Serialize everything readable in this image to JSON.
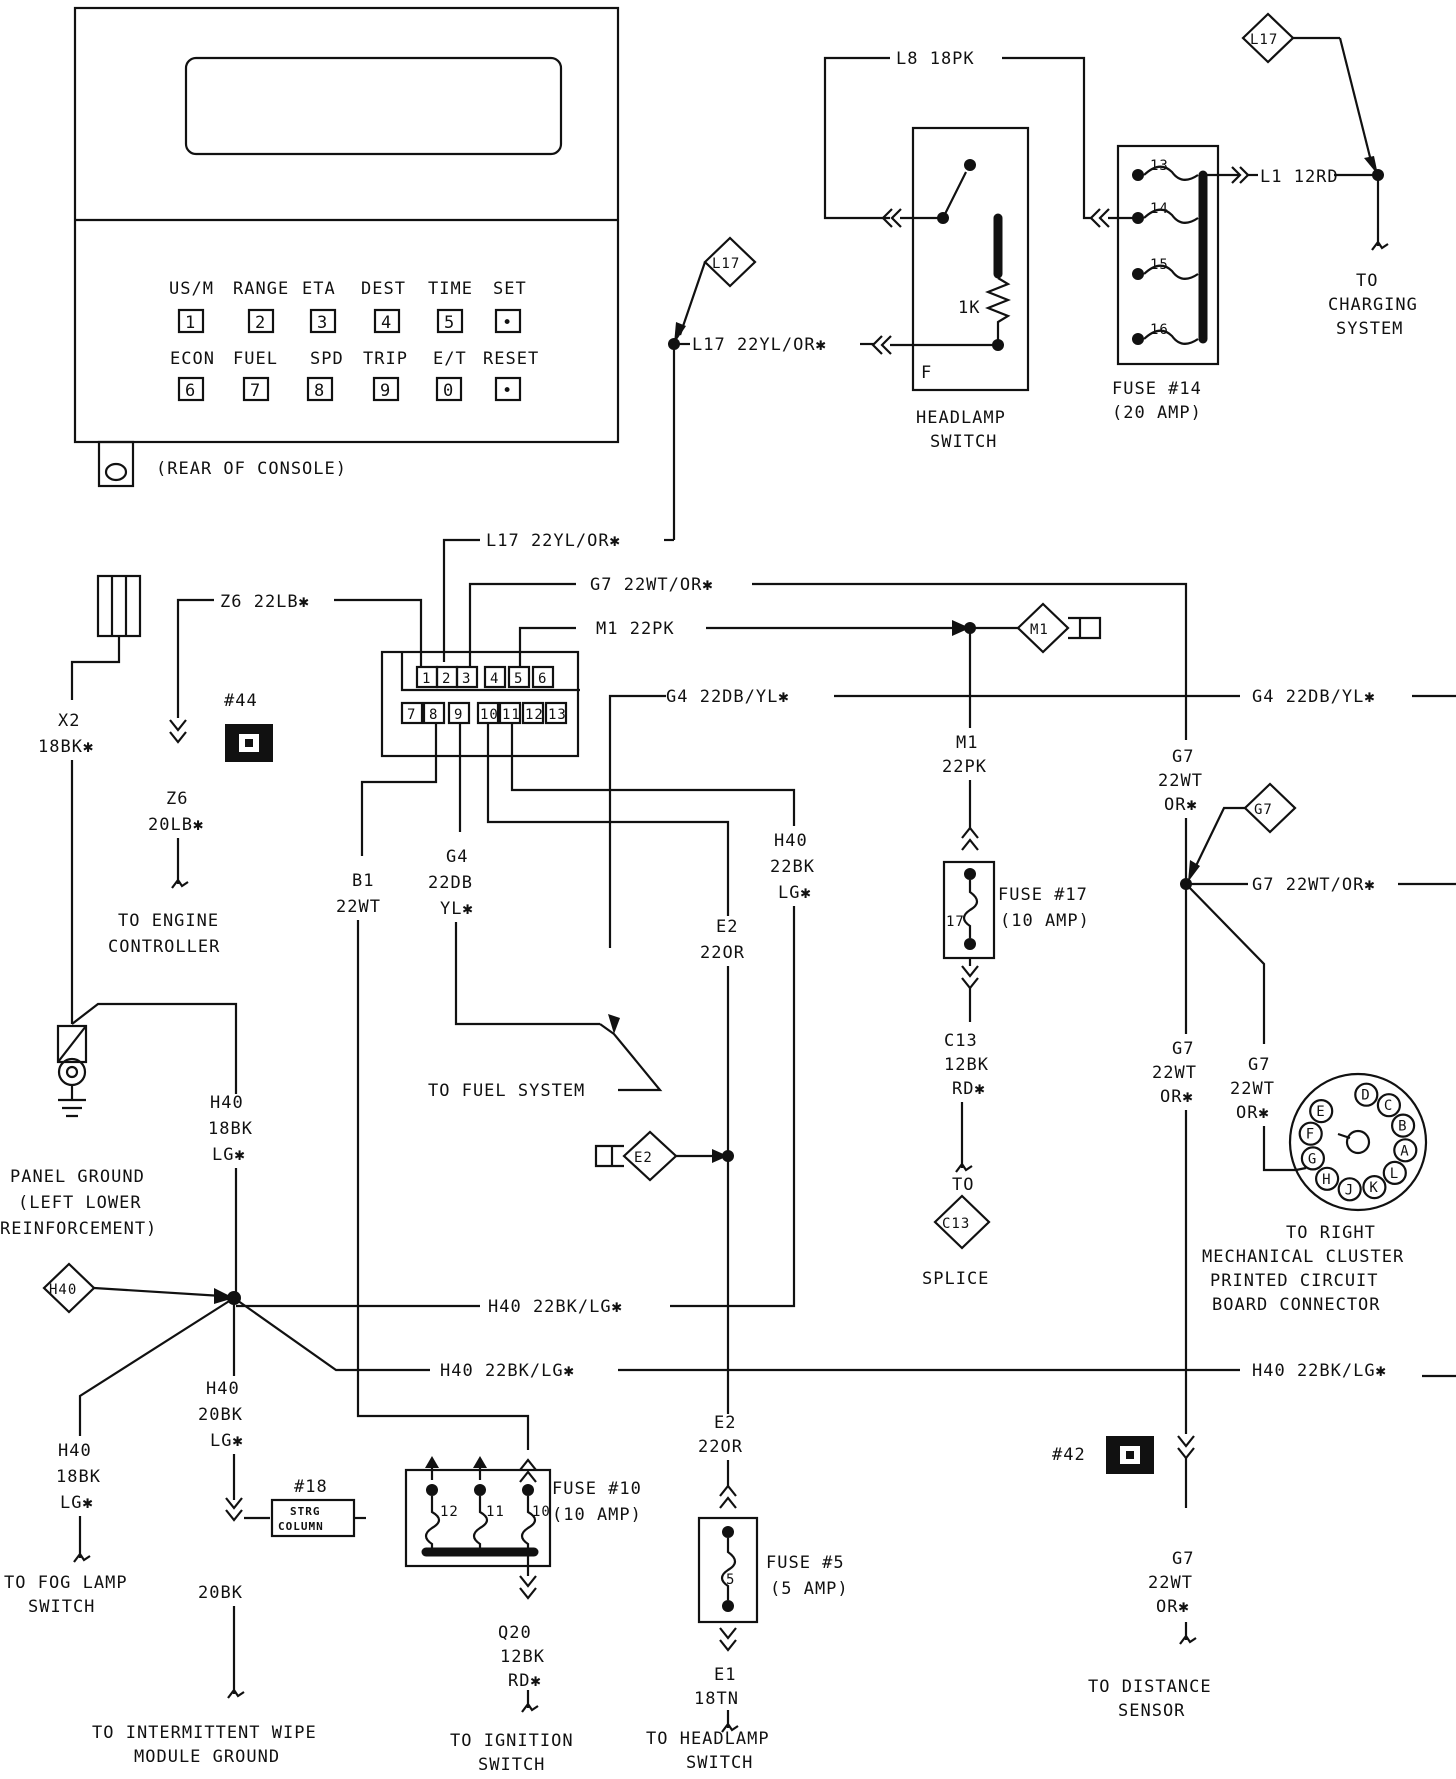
{
  "console": {
    "buttons_row1": [
      "US/M",
      "RANGE",
      "ETA",
      "DEST",
      "TIME",
      "SET"
    ],
    "keys_row1": [
      "1",
      "2",
      "3",
      "4",
      "5",
      "•"
    ],
    "buttons_row2": [
      "ECON",
      "FUEL",
      "SPD",
      "TRIP",
      "E/T",
      "RESET"
    ],
    "keys_row2": [
      "6",
      "7",
      "8",
      "9",
      "0",
      "•"
    ],
    "rear_label": "(REAR OF CONSOLE)"
  },
  "headlamp_switch": {
    "label1": "HEADLAMP",
    "label2": "SWITCH",
    "resistor": "1K",
    "terminal": "F"
  },
  "fuse14": {
    "pins": [
      "13",
      "14",
      "15",
      "16"
    ],
    "label1": "FUSE #14",
    "label2": "(20 AMP)"
  },
  "charging": {
    "line1": "TO",
    "line2": "CHARGING",
    "line3": "SYSTEM"
  },
  "connector": {
    "top_pins": [
      "1",
      "2",
      "3",
      "4",
      "5",
      "6"
    ],
    "bottom_pins": [
      "7",
      "8",
      "9",
      "10",
      "11",
      "12",
      "13"
    ]
  },
  "diamonds": {
    "l17_top": "L17",
    "l17_mid": "L17",
    "m1": "M1",
    "g7": "G7",
    "e2": "E2",
    "h40": "H40",
    "c13": "C13"
  },
  "grounds": {
    "g44": "#44",
    "g42": "#42"
  },
  "wires": {
    "l8": "L8 18PK",
    "l1": "L1 12RD",
    "l17_mid": "L17 22YL/OR✱",
    "l17_top": "L17 22YL/OR✱",
    "g7_top": "G7 22WT/OR✱",
    "z6_top": "Z6 22LB✱",
    "m1_top": "M1 22PK",
    "g4_top": "G4 22DB/YL✱",
    "g4_right": "G4 22DB/YL✱",
    "x2_1": "X2",
    "x2_2": "18BK✱",
    "z6_1": "Z6",
    "z6_2": "20LB✱",
    "m1_1": "M1",
    "m1_2": "22PK",
    "g7v_1": "G7",
    "g7v_2": "22WT",
    "g7v_3": "OR✱",
    "g7_mid": "G7 22WT/OR✱",
    "b1_1": "B1",
    "b1_2": "22WT",
    "g4_1": "G4",
    "g4_2": "22DB",
    "g4_3": "YL✱",
    "h40_1": "H40",
    "h40_2": "22BK",
    "h40_3": "LG✱",
    "e2_1": "E2",
    "e2_2": "22OR",
    "c13_1": "C13",
    "c13_2": "12BK",
    "c13_3": "RD✱",
    "g7a_1": "G7",
    "g7a_2": "22WT",
    "g7a_3": "OR✱",
    "g7b_1": "G7",
    "g7b_2": "22WT",
    "g7b_3": "OR✱",
    "h40b_1": "H40",
    "h40b_2": "18BK",
    "h40b_3": "LG✱",
    "h40_mid": "H40 22BK/LG✱",
    "h40_low": "H40 22BK/LG✱",
    "h40_right": "H40 22BK/LG✱",
    "h40c_1": "H40",
    "h40c_2": "20BK",
    "h40c_3": "LG✱",
    "h40d_1": "H40",
    "h40d_2": "18BK",
    "h40d_3": "LG✱",
    "bk20": "20BK",
    "e2b_1": "E2",
    "e2b_2": "22OR",
    "q20_1": "Q20",
    "q20_2": "12BK",
    "q20_3": "RD✱",
    "e1_1": "E1",
    "e1_2": "18TN",
    "g7c_1": "G7",
    "g7c_2": "22WT",
    "g7c_3": "OR✱"
  },
  "fuse17": {
    "num": "17",
    "label1": "FUSE #17",
    "label2": "(10 AMP)"
  },
  "fuse10": {
    "pins": [
      "12",
      "11",
      "10"
    ],
    "label1": "FUSE #10",
    "label2": "(10 AMP)"
  },
  "fuse5": {
    "num": "5",
    "label1": "FUSE #5",
    "label2": "(5 AMP)"
  },
  "strg": {
    "num": "#18",
    "line1": "STRG",
    "line2": "COLUMN"
  },
  "dests": {
    "engine_1": "TO ENGINE",
    "engine_2": "CONTROLLER",
    "panel_1": "PANEL GROUND",
    "panel_2": "(LEFT LOWER",
    "panel_3": "REINFORCEMENT)",
    "fuel": "TO FUEL SYSTEM",
    "splice_to": "TO",
    "splice": "SPLICE",
    "cluster_1": "TO RIGHT",
    "cluster_2": "MECHANICAL CLUSTER",
    "cluster_3": "PRINTED CIRCUIT",
    "cluster_4": "BOARD CONNECTOR",
    "fog_1": "TO FOG LAMP",
    "fog_2": "SWITCH",
    "wipe_1": "TO INTERMITTENT WIPE",
    "wipe_2": "MODULE GROUND",
    "ign_1": "TO IGNITION",
    "ign_2": "SWITCH",
    "hl_1": "TO HEADLAMP",
    "hl_2": "SWITCH",
    "dist_1": "TO DISTANCE",
    "dist_2": "SENSOR"
  },
  "round_connector": {
    "pins": [
      "D",
      "C",
      "B",
      "A",
      "L",
      "K",
      "J",
      "H",
      "G",
      "F",
      "E"
    ]
  }
}
